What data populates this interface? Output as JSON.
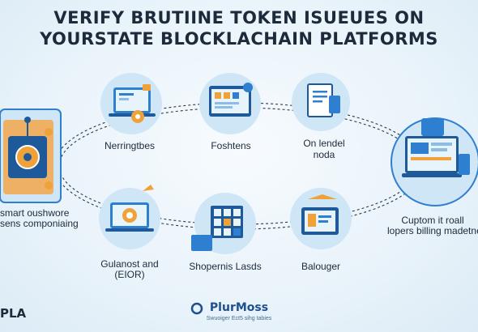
{
  "title": {
    "line1": "VERIFY BRUTIINE TOKEN ISUEUES ON",
    "line2": "YOURSTATE BLOCKLACHAIN PLATFORMS"
  },
  "nodes": {
    "top_left": {
      "label": "Nerringtbes"
    },
    "top_center": {
      "label": "Foshtens"
    },
    "top_right": {
      "label_line1": "On lendel",
      "label_line2": "noda"
    },
    "left_panel": {
      "label_line1": "smart oushwore",
      "label_line2": "sens componiaing"
    },
    "right_panel": {
      "label_line1": "Cuptom it roall",
      "label_line2": "lopers billing madetne"
    },
    "bottom_left": {
      "label_line1": "Gulanost and",
      "label_line2": "(EIOR)"
    },
    "bottom_center": {
      "label": "Shopernis Lasds"
    },
    "bottom_right": {
      "label": "Balouger"
    }
  },
  "footer": {
    "brand": "PlurMoss",
    "tagline": "Swuoiger Ect5 sihg tabies"
  },
  "corner_text": "PLA",
  "colors": {
    "circle_fill": "#cfe6f7",
    "accent_blue": "#2f7fd1",
    "accent_orange": "#f0a23a",
    "dark_navy": "#1c2a3b"
  }
}
